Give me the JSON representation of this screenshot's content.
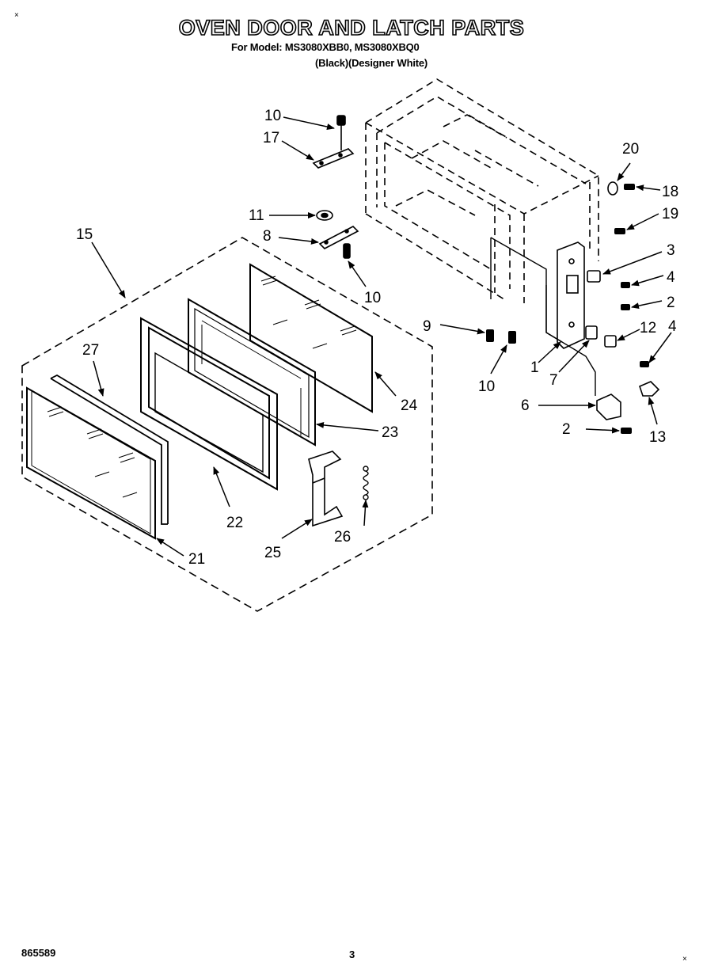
{
  "title": "OVEN DOOR AND LATCH PARTS",
  "subtitle": "For Model: MS3080XBB0, MS3080XBQ0",
  "subtitle2": "(Black)(Designer White)",
  "corner_mark": "×",
  "footer": {
    "doc_number": "865589",
    "page": "3"
  },
  "callouts": [
    {
      "id": "c10a",
      "label": "10"
    },
    {
      "id": "c17",
      "label": "17"
    },
    {
      "id": "c11",
      "label": "11"
    },
    {
      "id": "c8",
      "label": "8"
    },
    {
      "id": "c10b",
      "label": "10"
    },
    {
      "id": "c15",
      "label": "15"
    },
    {
      "id": "c20",
      "label": "20"
    },
    {
      "id": "c18",
      "label": "18"
    },
    {
      "id": "c19",
      "label": "19"
    },
    {
      "id": "c3",
      "label": "3"
    },
    {
      "id": "c4a",
      "label": "4"
    },
    {
      "id": "c2a",
      "label": "2"
    },
    {
      "id": "c9",
      "label": "9"
    },
    {
      "id": "c12",
      "label": "12"
    },
    {
      "id": "c4b",
      "label": "4"
    },
    {
      "id": "c10c",
      "label": "10"
    },
    {
      "id": "c1",
      "label": "1"
    },
    {
      "id": "c7",
      "label": "7"
    },
    {
      "id": "c6",
      "label": "6"
    },
    {
      "id": "c13",
      "label": "13"
    },
    {
      "id": "c2b",
      "label": "2"
    },
    {
      "id": "c27",
      "label": "27"
    },
    {
      "id": "c24",
      "label": "24"
    },
    {
      "id": "c23",
      "label": "23"
    },
    {
      "id": "c22",
      "label": "22"
    },
    {
      "id": "c26",
      "label": "26"
    },
    {
      "id": "c25",
      "label": "25"
    },
    {
      "id": "c21",
      "label": "21"
    }
  ]
}
